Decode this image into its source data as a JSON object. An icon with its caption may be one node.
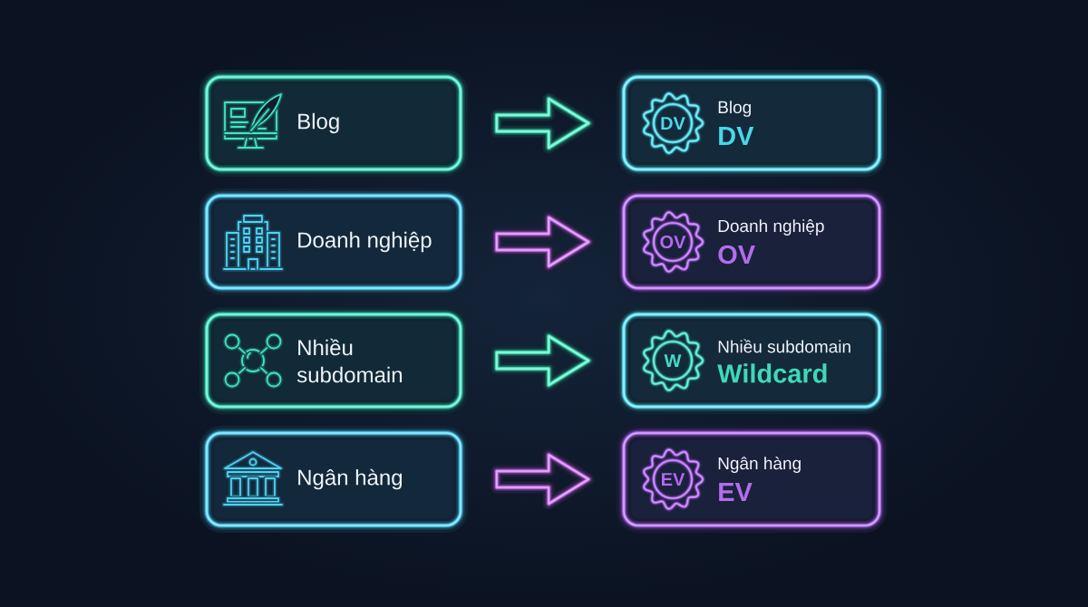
{
  "diagram": {
    "nodes": [
      {
        "text": [
          "Blog"
        ]
      },
      {
        "text": [
          "Blog",
          "DV"
        ]
      },
      {
        "text": [
          "DV"
        ],
        "in": 1
      },
      {
        "text": [
          "Doanh nghiệp"
        ]
      },
      {
        "text": [
          "Doanh nghiệp",
          "OV"
        ]
      },
      {
        "text": [
          "OV"
        ],
        "in": 4
      },
      {
        "text": [
          "Nhiều subdomain"
        ]
      },
      {
        "text": [
          "Nhiều subdomain",
          "Wildcard"
        ]
      },
      {
        "text": [
          "W"
        ],
        "in": 7
      },
      {
        "text": [
          "Ngân hàng"
        ]
      },
      {
        "text": [
          "Ngân hàng",
          "EV"
        ]
      },
      {
        "text": [
          "EV"
        ],
        "in": 10
      }
    ],
    "edges": [
      {
        "from": 0,
        "to": 1,
        "arrow": "to",
        "color": "#45efc2"
      },
      {
        "from": 3,
        "to": 4,
        "arrow": "to",
        "color": "#cc6ff0"
      },
      {
        "from": 6,
        "to": 7,
        "arrow": "to",
        "color": "#45efc2"
      },
      {
        "from": 9,
        "to": 10,
        "arrow": "to",
        "color": "#cc6ff0"
      }
    ]
  }
}
